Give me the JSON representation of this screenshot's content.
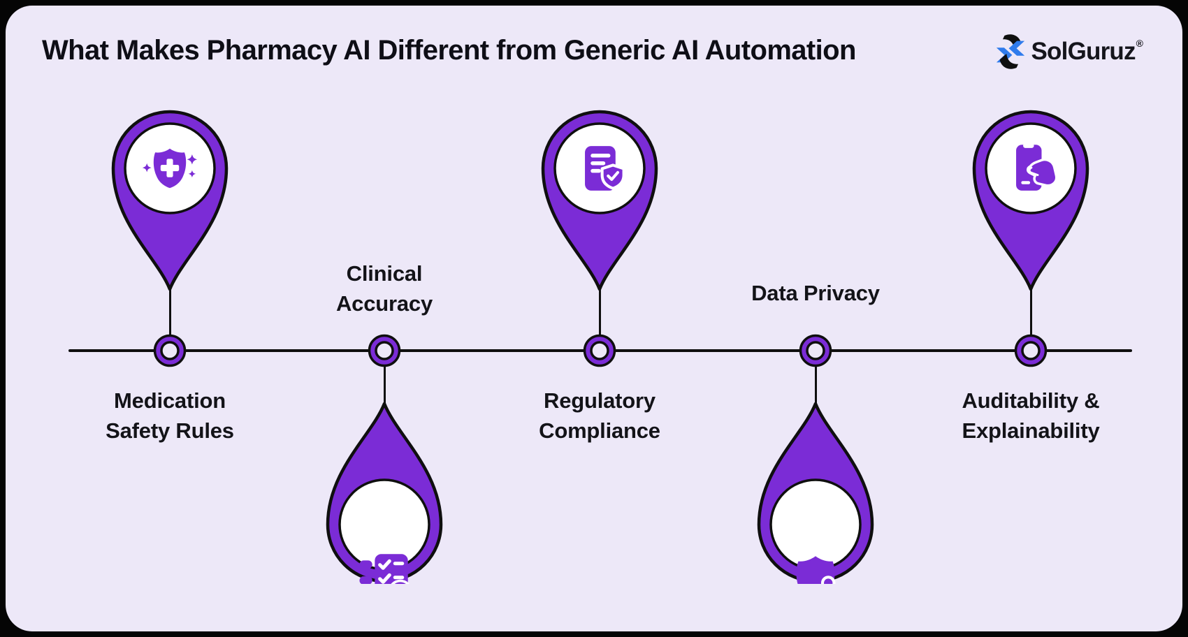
{
  "header": {
    "title": "What Makes Pharmacy AI Different from Generic AI Automation",
    "logo_text": "SolGuruz",
    "logo_registered": "®"
  },
  "colors": {
    "background": "#050505",
    "card": "#EDE8F8",
    "purple": "#7B2CD6",
    "outline": "#0F0F0F",
    "logo_blue": "#2F7BEC",
    "text": "#131318",
    "white": "#FFFFFF"
  },
  "timeline": {
    "orientation": "horizontal",
    "items": [
      {
        "label": "Medication Safety Rules",
        "line1": "Medication",
        "line2": "Safety Rules",
        "icon": "medication-safety-shield-icon",
        "pin_position": "above-line",
        "label_position": "below-line"
      },
      {
        "label": "Clinical Accuracy",
        "line1": "Clinical",
        "line2": "Accuracy",
        "icon": "clinical-checklist-clock-icon",
        "pin_position": "below-line",
        "label_position": "above-line"
      },
      {
        "label": "Regulatory Compliance",
        "line1": "Regulatory",
        "line2": "Compliance",
        "icon": "compliance-document-shield-icon",
        "pin_position": "above-line",
        "label_position": "below-line"
      },
      {
        "label": "Data Privacy",
        "line1": "Data Privacy",
        "icon": "privacy-shield-lock-icon",
        "pin_position": "below-line",
        "label_position": "above-line"
      },
      {
        "label": "Auditability & Explainability",
        "line1": "Auditability &",
        "line2": "Explainability",
        "icon": "phone-hand-icon",
        "pin_position": "above-line",
        "label_position": "below-line"
      }
    ]
  }
}
